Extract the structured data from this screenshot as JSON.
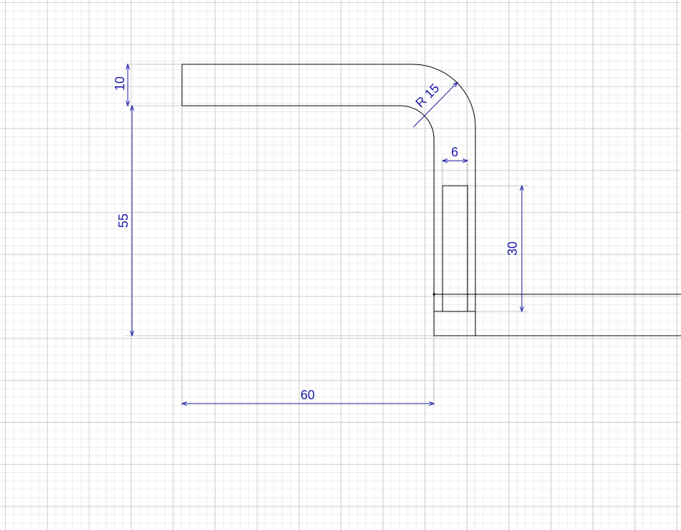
{
  "drawing": {
    "colors": {
      "dimension": "#1a1aa6",
      "outline": "#000000",
      "grid": "#d2d2d2"
    },
    "dimensions": {
      "thickness_top": "10",
      "height": "55",
      "length": "60",
      "bend_radius": "R 15",
      "slot_width": "6",
      "slot_height": "30"
    }
  }
}
